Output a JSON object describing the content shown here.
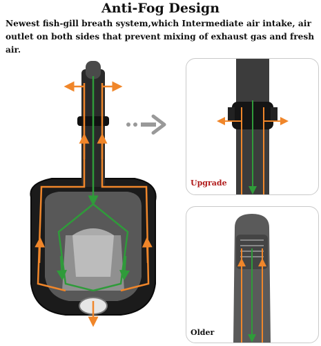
{
  "title": "Anti-Fog Design",
  "description": "Newest fish-gill breath system,which Intermediate air intake, air outlet on both sides that prevent mixing of exhaust gas and fresh air.",
  "panels": {
    "upgrade_label": "Upgrade",
    "older_label": "Older"
  },
  "colors": {
    "outflow_arrow": "#f0862a",
    "inflow_arrow": "#2f9b3a",
    "mask_body": "#1a1a1a",
    "snorkel_tube": "#5a5a5a",
    "upgrade_label": "#b01a1a"
  }
}
